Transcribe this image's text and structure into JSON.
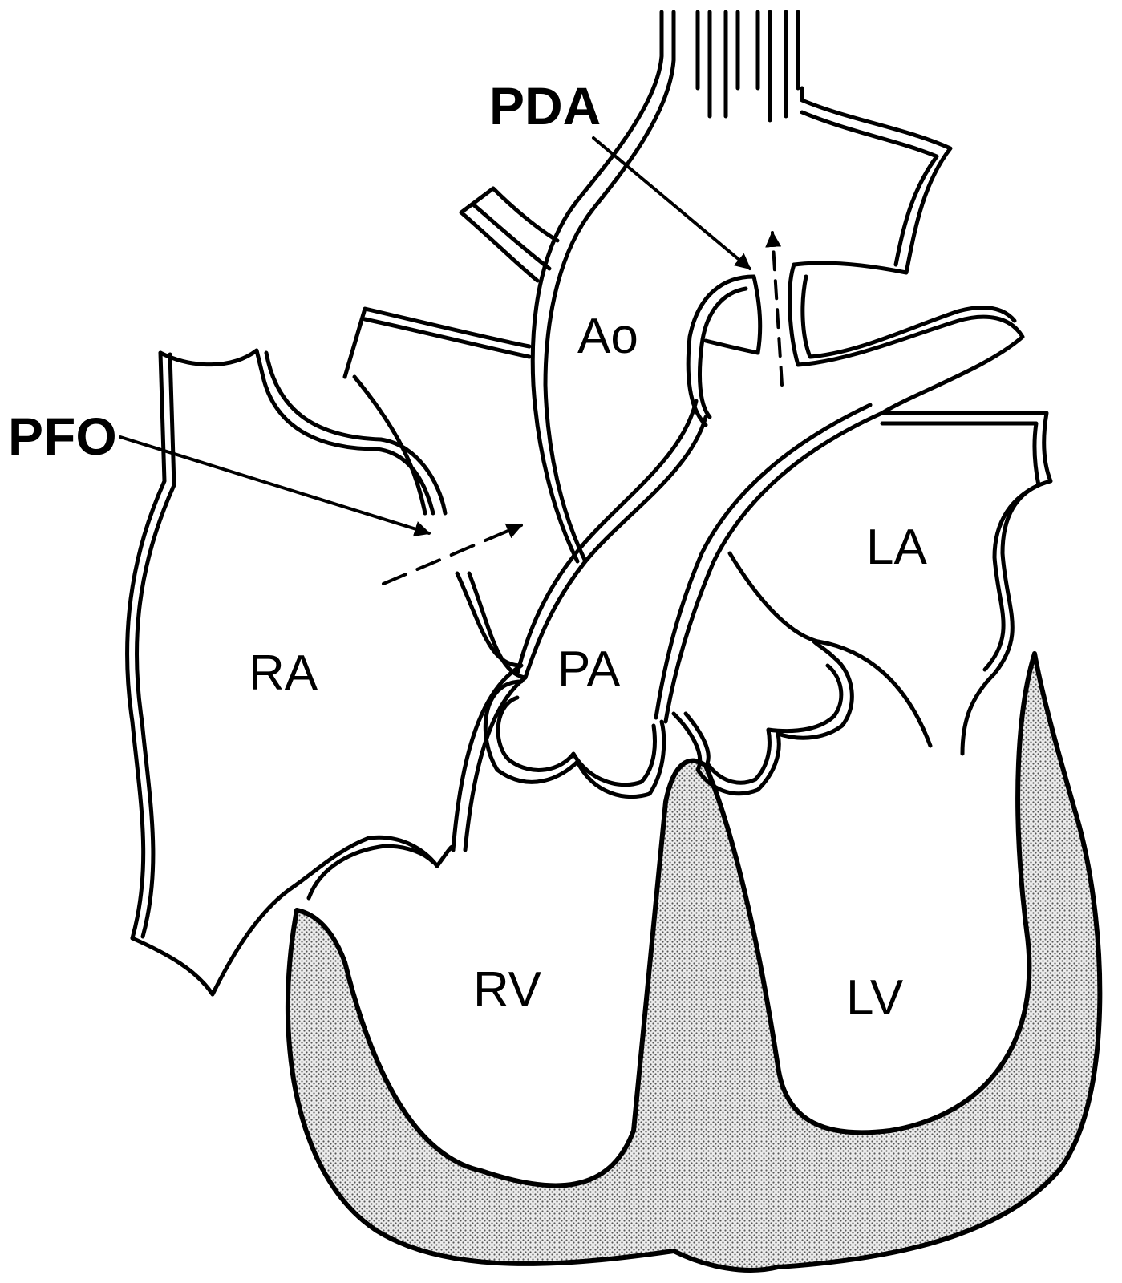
{
  "labels": {
    "pda": "PDA",
    "pfo": "PFO",
    "ao": "Ao",
    "pa": "PA",
    "ra": "RA",
    "la": "LA",
    "rv": "RV",
    "lv": "LV"
  },
  "colors": {
    "line": "#000000",
    "myocardium_fill": "#d9d9d9",
    "background": "#ffffff"
  }
}
